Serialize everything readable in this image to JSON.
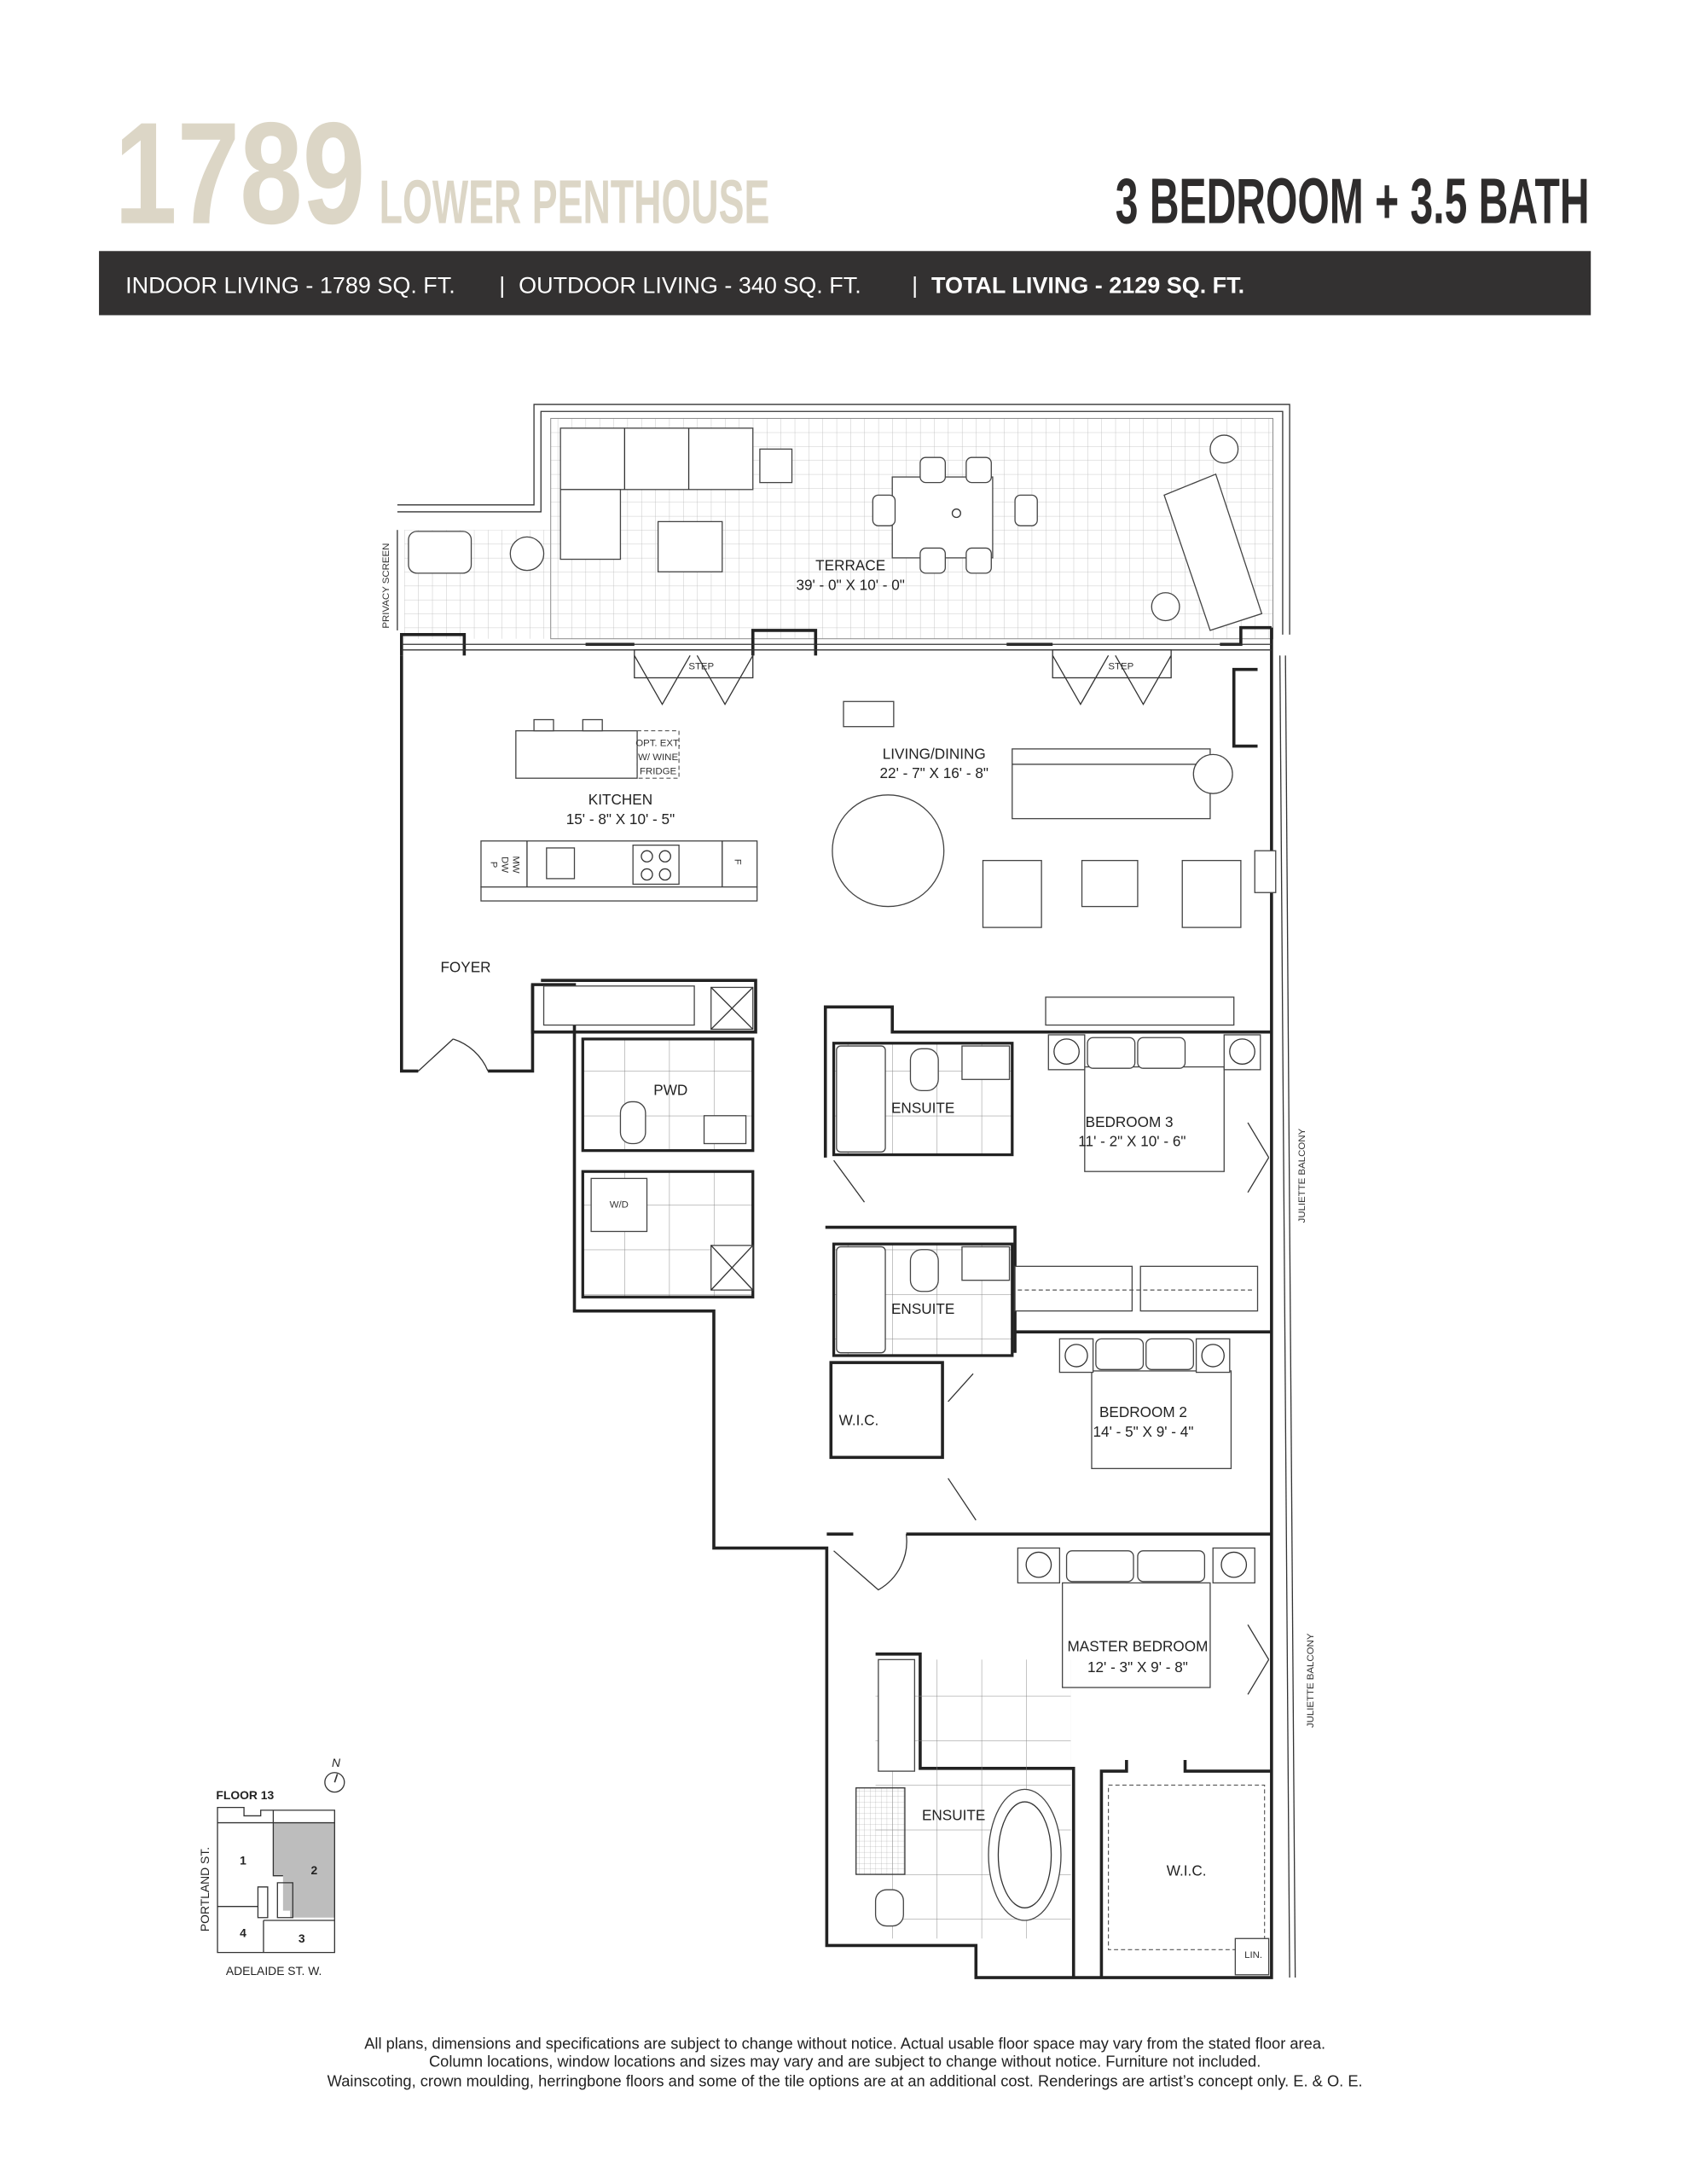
{
  "header": {
    "unit_number": "1789",
    "unit_type": "LOWER PENTHOUSE",
    "bed_bath": "3 BEDROOM + 3.5 BATH",
    "accent_color": "#dcd6c6"
  },
  "area_bar": {
    "indoor": "INDOOR LIVING - 1789 SQ. FT.",
    "outdoor": "OUTDOOR LIVING - 340 SQ. FT.",
    "total": "TOTAL LIVING - 2129 SQ. FT.",
    "separator": "|",
    "bar_color": "#333131"
  },
  "plan": {
    "terrace": {
      "name": "TERRACE",
      "size": "39' - 0\" X 10' - 0\""
    },
    "privacy_screen": "PRIVACY SCREEN",
    "step": "STEP",
    "living_dining": {
      "name": "LIVING/DINING",
      "size": "22' - 7\" X 16' - 8\""
    },
    "kitchen": {
      "name": "KITCHEN",
      "size": "15' - 8\" X 10' - 5\""
    },
    "wine_fridge": [
      "OPT. EXT.",
      "W/ WINE",
      "FRIDGE"
    ],
    "appliances": {
      "mw": "MW",
      "dw": "DW",
      "p": "P",
      "f": "F"
    },
    "foyer": "FOYER",
    "pwd": "PWD",
    "laundry": "W/D",
    "ensuite": "ENSUITE",
    "bedroom3": {
      "name": "BEDROOM 3",
      "size": "11' - 2\" X 10' - 6\""
    },
    "bedroom2": {
      "name": "BEDROOM 2",
      "size": "14' - 5\" X 9' - 4\""
    },
    "master": {
      "name": "MASTER BEDROOM",
      "size": "12' - 3\" X 9' - 8\""
    },
    "wic": "W.I.C.",
    "linen": "LIN.",
    "juliette": "JULIETTE BALCONY"
  },
  "key_plan": {
    "floor": "FLOOR 13",
    "north": "N",
    "units": [
      "1",
      "2",
      "3",
      "4"
    ],
    "street_west": "PORTLAND ST.",
    "street_south": "ADELAIDE ST. W.",
    "highlight_color": "#bdbdbd"
  },
  "disclaimer": [
    "All plans, dimensions and specifications are subject to change without notice. Actual usable floor space may vary from the stated floor area.",
    "Column locations, window locations and sizes may vary and are subject to change without notice. Furniture not included.",
    "Wainscoting, crown moulding, herringbone floors and some of the tile options are at an additional cost. Renderings are artist’s concept only. E. & O. E."
  ]
}
